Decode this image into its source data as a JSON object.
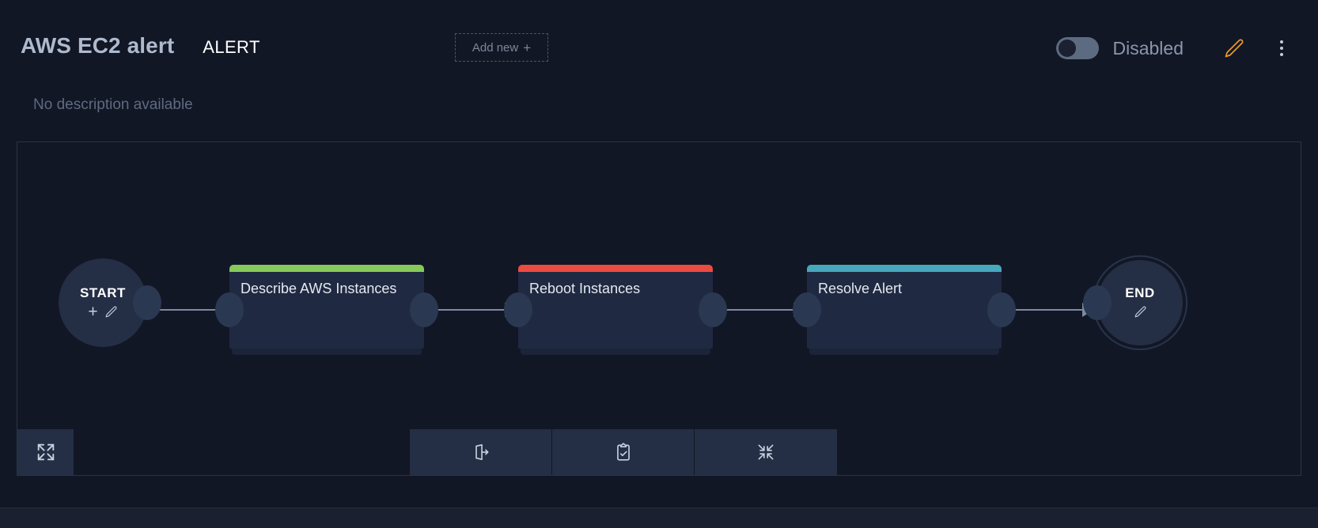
{
  "header": {
    "title": "AWS EC2 alert",
    "badge": "ALERT",
    "add_new_label": "Add new",
    "add_new_plus": "+",
    "toggle_label": "Disabled",
    "toggle_state": "off",
    "edit_icon": "pencil-icon",
    "menu_icon": "kebab-menu-icon",
    "accent_color": "#e8972f"
  },
  "description": "No description available",
  "workflow": {
    "start_node": {
      "label": "START",
      "plus": "+",
      "add_icon": "plus-icon",
      "edit_icon": "pencil-icon"
    },
    "end_node": {
      "label": "END",
      "edit_icon": "pencil-icon"
    },
    "tasks": [
      {
        "title": "Describe AWS Instances",
        "accent_color": "#87c95a"
      },
      {
        "title": "Reboot Instances",
        "accent_color": "#ec4b42"
      },
      {
        "title": "Resolve Alert",
        "accent_color": "#47a7bc"
      }
    ]
  },
  "toolbar": {
    "fullscreen_icon": "expand-icon",
    "buttons": [
      {
        "icon": "export-icon"
      },
      {
        "icon": "clipboard-check-icon"
      },
      {
        "icon": "collapse-icon"
      }
    ]
  }
}
